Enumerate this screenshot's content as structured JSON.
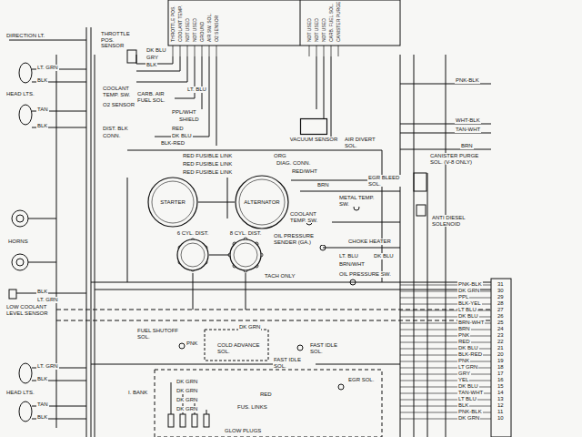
{
  "diagram": {
    "nodes": [
      {
        "text": [
          "STARTER"
        ]
      },
      {
        "text": [
          "ALTERNATOR"
        ]
      },
      {
        "text": [
          "6 CYL. DIST."
        ]
      },
      {
        "text": [
          "8 CYL. DIST."
        ]
      },
      {
        "text": [
          "VACUUM SENSOR"
        ]
      }
    ],
    "edges": [
      {
        "from": 0,
        "to": 1,
        "arrow": "none"
      },
      {
        "from": 2,
        "to": 3,
        "arrow": "none"
      }
    ],
    "labels": [
      "DIRECTION LT.",
      "LT. GRN",
      "BLK",
      "HEAD LTS.",
      "TAN",
      "BLK",
      "HORNS",
      "BLK",
      "LT. GRN",
      "LOW COOLANT LEVEL SENSOR",
      "LT. GRN",
      "BLK",
      "HEAD LTS.",
      "TAN",
      "BLK",
      "THROTTLE POS. SENSOR",
      "DK BLU",
      "GRY",
      "BLK",
      "COOLANT TEMP. SW.",
      "O2 SENSOR",
      "CARB. AIR FUEL SOL.",
      "LT. BLU",
      "DIST. BLK",
      "CONN.",
      "PPL/WHT",
      "SHIELD",
      "RED",
      "DK BLU",
      "BLK-RED",
      "DIAG. CONN.",
      "AIR DIVERT SOL.",
      "RED FUSIBLE LINK",
      "RED FUSIBLE LINK",
      "RED FUSIBLE LINK",
      "ORG",
      "RED/WHT",
      "BRN",
      "METAL TEMP. SW.",
      "COOLANT TEMP. SW.",
      "OIL PRESSURE SENDER (GA.)",
      "CHOKE HEATER",
      "LT. BLU",
      "BRN/WHT",
      "DK BLU",
      "OIL PRESSURE SW.",
      "TACH ONLY",
      "FUEL SHUTOFF SOL.",
      "PNK",
      "DK GRN",
      "COLD ADVANCE SOL.",
      "FAST IDLE SOL.",
      "FAST IDLE SOL.",
      "I. BANK",
      "DK GRN",
      "DK GRN",
      "DK GRN",
      "DK GRN",
      "RED",
      "FUS. LINKS",
      "GLOW PLUGS",
      "EGR SOL.",
      "CANISTER PURGE SOL. (V-8 ONLY)",
      "EGR BLEED SOL.",
      "ANTI DIESEL SOLENOID",
      "PNK-BLK",
      "WHT-BLK",
      "TAN-WHT",
      "BRN",
      "PNK-BLK",
      "DK GRN",
      "PPL",
      "BLK-YEL",
      "LT BLU",
      "DK BLU",
      "BRN-WHT",
      "BRN",
      "PNK",
      "RED",
      "DK BLU",
      "BLK-RED",
      "PNK",
      "LT GRN",
      "GRY",
      "YEL",
      "DK BLU",
      "TAN-WHT",
      "LT BLU",
      "BLK",
      "PNK-BLK",
      "DK GRN",
      "31",
      "30",
      "29",
      "28",
      "27",
      "26",
      "25",
      "24",
      "23",
      "22",
      "21",
      "20",
      "19",
      "18",
      "17",
      "16",
      "15",
      "14",
      "13",
      "12",
      "11",
      "10",
      "THROTTLE POS.",
      "COOLANT TEMP.",
      "NOT USED",
      "NOT USED",
      "GROUND",
      "AIR SW. SOL.",
      "O2 SENSOR",
      "NOT USED",
      "NOT USED",
      "NOT USED",
      "CARB. FUEL SOL.",
      "CANISTER PURGE"
    ]
  }
}
